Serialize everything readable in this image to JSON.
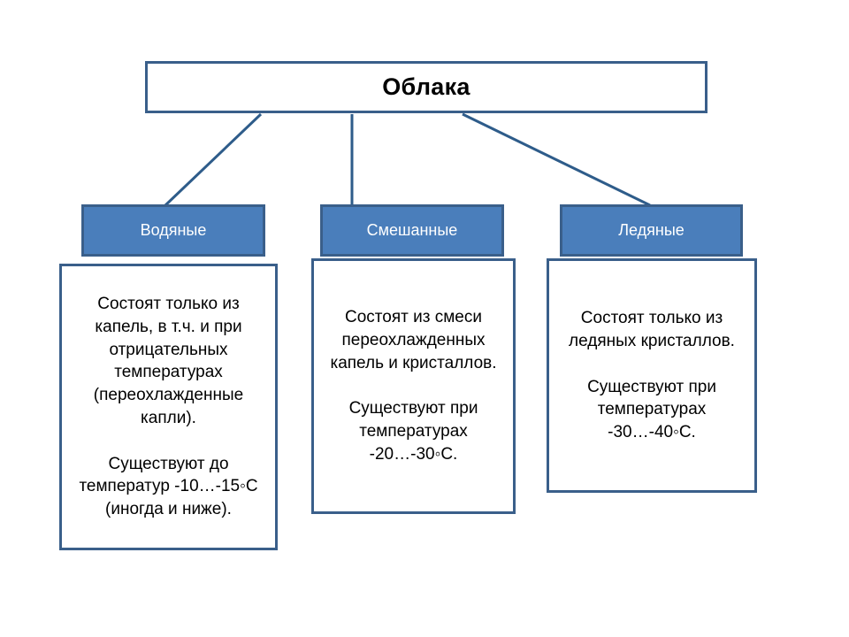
{
  "colors": {
    "box_fill_blue": "#4A7EBB",
    "box_border": "#3A5F8A",
    "box_fill_white": "#FFFFFF",
    "text_dark": "#000000",
    "text_light": "#FFFFFF",
    "connector": "#2E5C8A"
  },
  "root": {
    "title": "Облака"
  },
  "branches": [
    {
      "header": "Водяные",
      "description": "Состоят только из капель, в т.ч. и при отрицательных температурах (переохлажденные капли).\n\nСуществуют до температур -10…-15◦C (иногда и ниже).",
      "temperature_range": "-10…-15◦C"
    },
    {
      "header": "Смешанные",
      "description": "Состоят из смеси переохлажденных капель и кристаллов.\n\nСуществуют при температурах -20…-30◦C.",
      "temperature_range": "-20…-30◦C"
    },
    {
      "header": "Ледяные",
      "description": "Состоят только из ледяных кристаллов.\n\nСуществуют при температурах -30…-40◦C.",
      "temperature_range": "-30…-40◦C"
    }
  ]
}
